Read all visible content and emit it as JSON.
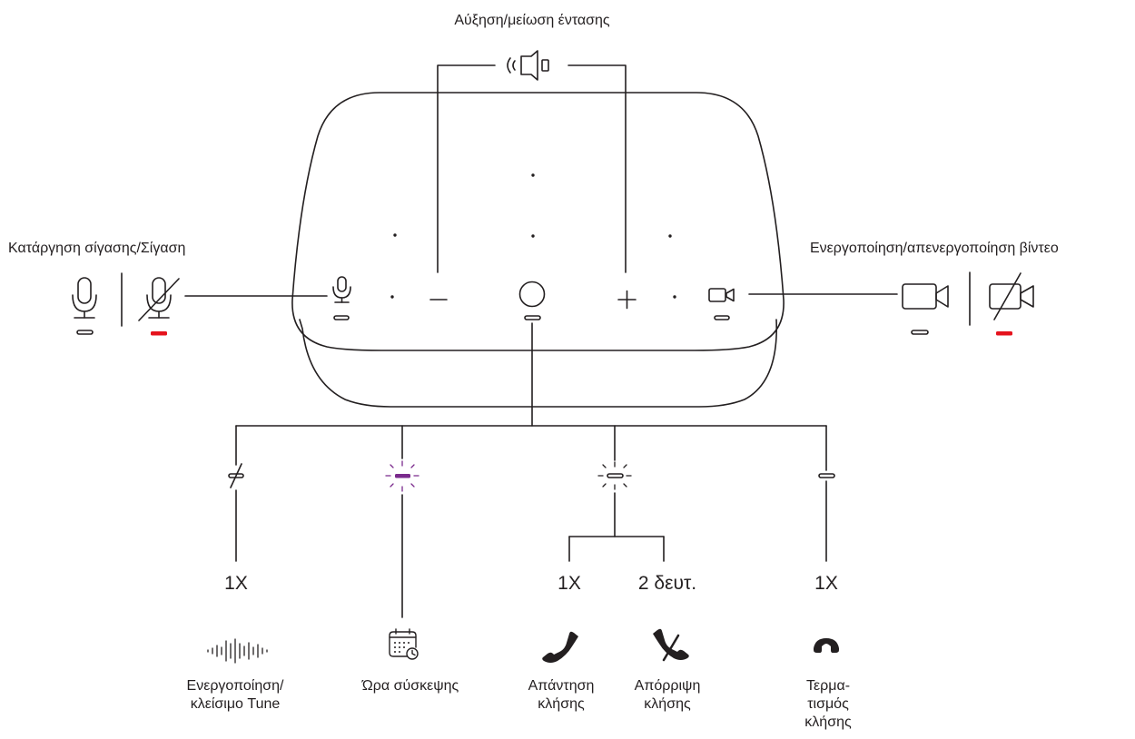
{
  "labels": {
    "volume": "Αύξηση/μείωση έντασης",
    "mute": "Κατάργηση σίγασης/Σίγαση",
    "video": "Ενεργοποίηση/απενεργοποίηση βίντεο"
  },
  "actions": [
    {
      "count": "1X",
      "icon": "sound-wave-icon",
      "label": "Ενεργοποίηση/\nκλείσιμο Tune"
    },
    {
      "count": "",
      "icon": "calendar-clock-icon",
      "label": "Ώρα σύσκεψης"
    },
    {
      "count": "1X",
      "icon": "phone-answer-icon",
      "label": "Απάντηση\nκλήσης"
    },
    {
      "count": "2 δευτ.",
      "icon": "phone-decline-icon",
      "label": "Απόρριψη\nκλήσης"
    },
    {
      "count": "1X",
      "icon": "phone-hangup-icon",
      "label": "Τερμα-\nτισμός\nκλήσης"
    }
  ],
  "device": {
    "volume_down": "−",
    "volume_up": "+"
  },
  "colors": {
    "line": "#231f20",
    "led_muted": "#e5131d",
    "led_meeting": "#7a2a8c"
  }
}
